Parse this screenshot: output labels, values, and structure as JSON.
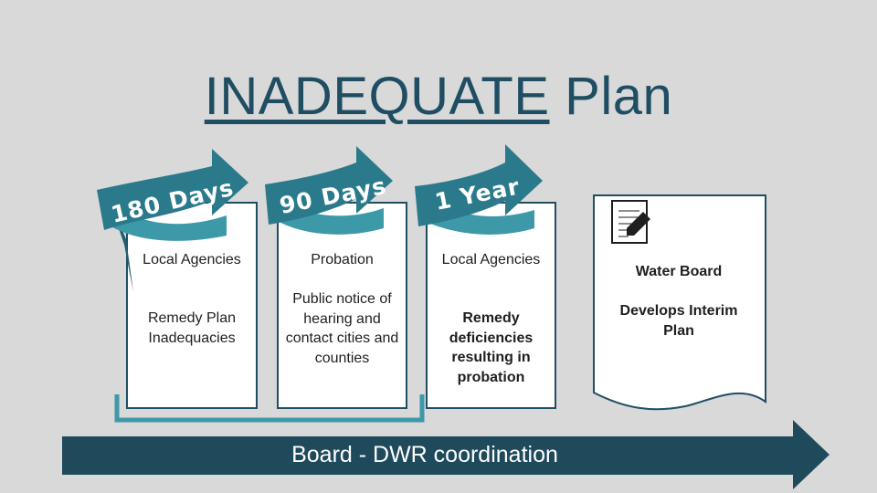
{
  "title": {
    "word1": "INADEQUATE",
    "word2": "Plan"
  },
  "stages": [
    {
      "duration": "180 Days",
      "heading": "Local Agencies",
      "body": "Remedy Plan Inadequacies"
    },
    {
      "duration": "90 Days",
      "heading": "Probation",
      "body": "Public notice of hearing and contact cities and counties"
    },
    {
      "duration": "1 Year",
      "heading": "Local Agencies",
      "body": "Remedy deficiencies resulting in probation"
    }
  ],
  "final_card": {
    "icon": "document-edit-icon",
    "heading": "Water Board",
    "body": "Develops Interim Plan"
  },
  "timeline": {
    "label": "Board - DWR coordination"
  },
  "colors": {
    "background": "#d9d9d9",
    "title": "#1f4e63",
    "ribbon_front": "#2a7a8c",
    "ribbon_back": "#3d98a8",
    "card_border": "#1f4e63",
    "timeline_bar": "#1e4a5c",
    "bracket": "#3d98a8"
  }
}
